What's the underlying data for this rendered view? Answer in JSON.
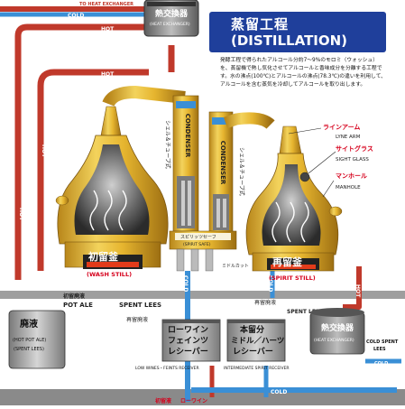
{
  "title": {
    "jp": "蒸留工程",
    "en": "(DISTILLATION)"
  },
  "description": "発酵工程で得られたアルコール分約7〜9%のモロミ（ウォッシュ）を、蒸留機で熱し気化させてアルコールと香味成分を分離する工程です。水の沸点(100℃)とアルコールの沸点(78.3℃)の違いを利用して、アルコールを含む蒸気を冷却してアルコールを取り出します。",
  "top_exchanger": {
    "jp": "熱交換器",
    "en": "(HEAT EXCHANGER)"
  },
  "bottom_exchanger": {
    "jp": "熱交換器",
    "en": "(HEAT EXCHANGER)"
  },
  "wash_still": {
    "jp": "初留釜",
    "en": "(WASH STILL)"
  },
  "spirit_still": {
    "jp": "再留釜",
    "en": "(SPIRIT STILL)"
  },
  "condenser_left": {
    "en": "CONDENSER",
    "jp": "シェル＆チューブ式"
  },
  "condenser_right": {
    "en": "CONDENSER",
    "jp": "シェル＆チューブ式"
  },
  "spirit_safe": {
    "jp": "スピリッツセーフ",
    "en": "(SPIRIT SAFE)"
  },
  "middle_cut": "ミドルカット",
  "callouts": {
    "lyne_arm": {
      "jp": "ラインアーム",
      "en": "LYNE ARM"
    },
    "sight_glass": {
      "jp": "サイトグラス",
      "en": "SIGHT GLASS"
    },
    "manhole": {
      "jp": "マンホール",
      "en": "MANHOLE"
    }
  },
  "pot_ale": {
    "jp": "初留廃液",
    "en": "POT ALE"
  },
  "spent_lees_top": "SPENT LEES",
  "spent_lees_jp": "再留廃液",
  "spirit_lees_jp_right": "再留廃液",
  "hot_pot_ale_tank": {
    "jp": "廃液",
    "en1": "(HOT POT ALE)",
    "en2": "(SPENT LEES)"
  },
  "low_wines_receiver": {
    "jp1": "ローワイン",
    "jp2": "フェインツ",
    "jp3": "レシーバー",
    "en": "LOW WINES・FEINTS RECEIVER"
  },
  "spirit_receiver": {
    "jp1": "本留分",
    "jp2": "ミドル／ハーツ",
    "jp3": "レシーバー",
    "en": "INTERMEDIATE SPIRIT RECEIVER"
  },
  "cold_spent_lees": {
    "en1": "COLD SPENT",
    "en2": "LEES"
  },
  "low_wines_bottom": {
    "jp1": "初留液",
    "jp2": "ローワイン"
  },
  "flow": {
    "hot": "HOT",
    "cold": "COLD",
    "to_exchanger": "TO HEAT EXCHANGER"
  },
  "colors": {
    "hot_pipe": "#c0392b",
    "cold_pipe": "#3a8fd6",
    "still": "#e5b62c",
    "title": "#1f3f9b",
    "label_red": "#d6001c",
    "tank": "#8e8e8e"
  }
}
